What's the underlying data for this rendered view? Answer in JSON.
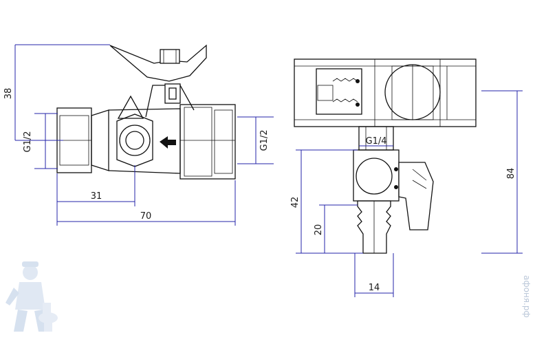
{
  "dimensions": {
    "height_38": "38",
    "g12_left": "G1/2",
    "width_31": "31",
    "width_70": "70",
    "g12_right": "G1/2",
    "g14": "G1/4",
    "height_42": "42",
    "height_20": "20",
    "width_14": "14",
    "height_84": "84"
  },
  "watermark": {
    "site": "афоня.рф"
  },
  "colors": {
    "dimension_line": "#2323a8",
    "outline": "#111111",
    "watermark": "#b9c6d8"
  },
  "icons": {
    "logo": "plumber-mascot-icon",
    "flow_arrow": "flow-arrow-icon"
  }
}
